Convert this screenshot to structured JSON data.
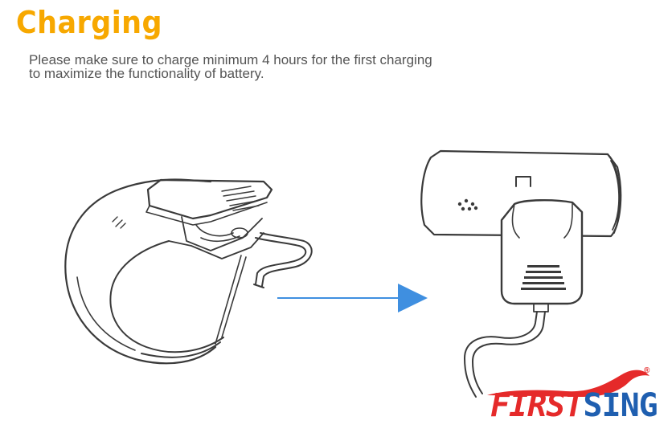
{
  "page": {
    "title": "Charging",
    "instruction_lines": [
      "Please make sure to charge minimum 4 hours for the first charging",
      "to maximize the functionality of battery."
    ]
  },
  "brand": {
    "first": "FIRST",
    "sing": "SING",
    "registered": "®"
  },
  "colors": {
    "title": "#f7a800",
    "text": "#555555",
    "line": "#3a3a3a",
    "arrow": "#3f8fe0",
    "brand_red": "#e52a2a",
    "brand_blue": "#1f5fb0"
  },
  "icons": {
    "arrow": "arrow-right-icon",
    "brand": "firstsing-logo"
  }
}
